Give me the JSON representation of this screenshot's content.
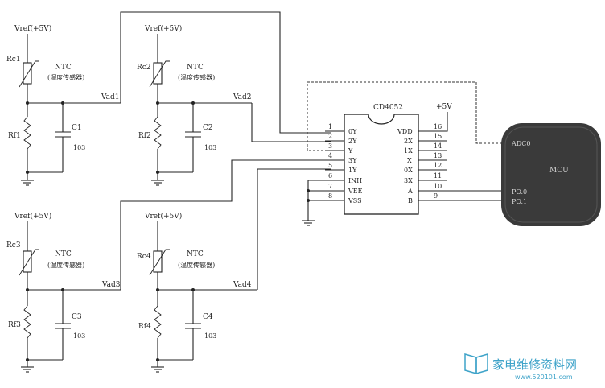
{
  "sensors": [
    {
      "vref": "Vref(+5V)",
      "rc": "Rc1",
      "ntc": "NTC",
      "ntc_cn": "(温度传感器)",
      "rf": "Rf1",
      "cap": "C1",
      "cap_val": "103",
      "vad": "Vad1"
    },
    {
      "vref": "Vref(+5V)",
      "rc": "Rc2",
      "ntc": "NTC",
      "ntc_cn": "(温度传感器)",
      "rf": "Rf2",
      "cap": "C2",
      "cap_val": "103",
      "vad": "Vad2"
    },
    {
      "vref": "Vref(+5V)",
      "rc": "Rc3",
      "ntc": "NTC",
      "ntc_cn": "(温度传感器)",
      "rf": "Rf3",
      "cap": "C3",
      "cap_val": "103",
      "vad": "Vad3"
    },
    {
      "vref": "Vref(+5V)",
      "rc": "Rc4",
      "ntc": "NTC",
      "ntc_cn": "(温度传感器)",
      "rf": "Rf4",
      "cap": "C4",
      "cap_val": "103",
      "vad": "Vad4"
    }
  ],
  "chip": {
    "name": "CD4052",
    "supply": "+5V",
    "left_pins": [
      {
        "num": "1",
        "label": "0Y"
      },
      {
        "num": "2",
        "label": "2Y"
      },
      {
        "num": "3",
        "label": "Y"
      },
      {
        "num": "4",
        "label": "3Y"
      },
      {
        "num": "5",
        "label": "1Y"
      },
      {
        "num": "6",
        "label": "INH"
      },
      {
        "num": "7",
        "label": "VEE"
      },
      {
        "num": "8",
        "label": "VSS"
      }
    ],
    "right_pins": [
      {
        "num": "16",
        "label": "VDD"
      },
      {
        "num": "15",
        "label": "2X"
      },
      {
        "num": "14",
        "label": "1X"
      },
      {
        "num": "13",
        "label": "X"
      },
      {
        "num": "12",
        "label": "0X"
      },
      {
        "num": "11",
        "label": "3X"
      },
      {
        "num": "10",
        "label": "A"
      },
      {
        "num": "9",
        "label": "B"
      }
    ]
  },
  "mcu": {
    "label": "MCU",
    "pins": [
      "ADC0",
      "PO.0",
      "PO.1"
    ]
  },
  "watermark": {
    "text": "家电维修资料网",
    "url": "www.520101.com"
  }
}
